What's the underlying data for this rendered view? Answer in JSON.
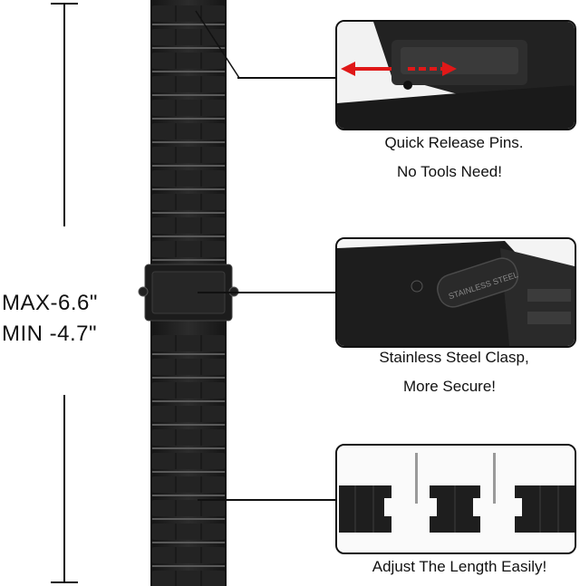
{
  "dimensions": {
    "max": "MAX-6.6\"",
    "min": "MIN -4.7\""
  },
  "callouts": [
    {
      "line1": "Quick Release Pins.",
      "line2": "No Tools Need!"
    },
    {
      "line1": "Stainless Steel Clasp,",
      "line2": "More Secure!"
    },
    {
      "line1": "Adjust The Length Easily!"
    }
  ],
  "clasp_engraving": "STAINLESS STEEL",
  "colors": {
    "band": "#1f1f1f",
    "band_highlight": "#5a5a5a",
    "arrow": "#e01818",
    "text": "#111111"
  }
}
